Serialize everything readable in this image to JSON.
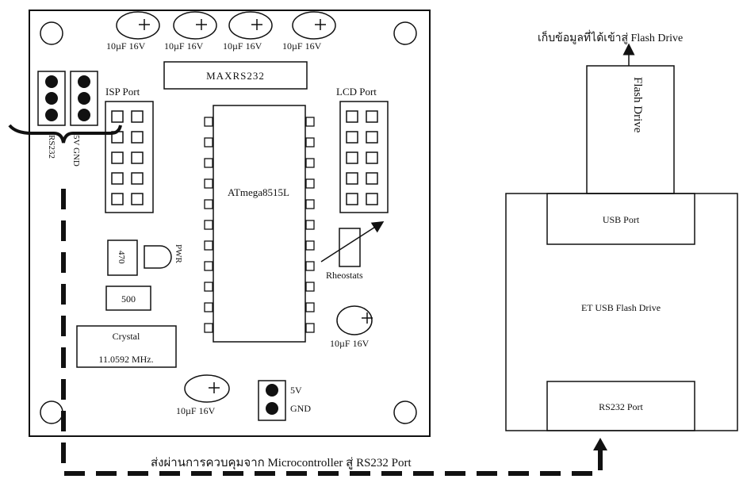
{
  "board": {
    "caps_top": [
      "10µF 16V",
      "10µF 16V",
      "10µF 16V",
      "10µF 16V"
    ],
    "max_label": "MAXRS232",
    "isp_label": "ISP Port",
    "lcd_label": "LCD Port",
    "mcu_label": "ATmega8515L",
    "jumper_rs_label": "RS232",
    "jumper_gnd_label": "5V GND",
    "res470_label": "470",
    "pwr_label": "PWR",
    "res500_label": "500",
    "rheostat_label": "Rheostats",
    "cap_right_label": "10µF 16V",
    "crystal_label1": "Crystal",
    "crystal_label2": "11.0592 MHz.",
    "cap_bottom_label": "10µF 16V",
    "power_5v": "5V",
    "power_gnd": "GND"
  },
  "module": {
    "flash_label": "Flash Drive",
    "usb_label": "USB Port",
    "center_label": "ET USB Flash Drive",
    "rs232_label": "RS232 Port"
  },
  "captions": {
    "top_right": "เก็บข้อมูลที่ได้เข้าสู่ Flash Drive",
    "bottom": "ส่งผ่านการควบคุมจาก Microcontroller สู่ RS232 Port"
  }
}
